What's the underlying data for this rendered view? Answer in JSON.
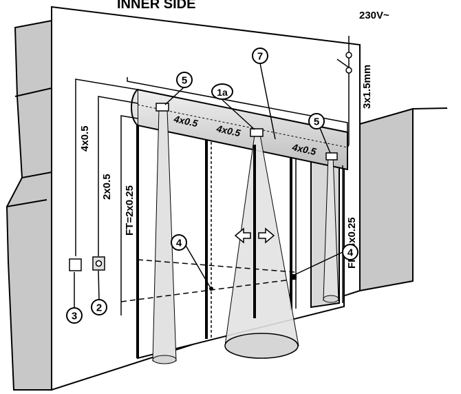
{
  "header": {
    "title": "INNER SIDE"
  },
  "power": {
    "supply": "230V~",
    "cable": "3x1.5mm"
  },
  "cables": {
    "left_sensor": "4x0.5",
    "center_sensor": "4x0.5",
    "right_sensor": "4x0.5",
    "selector": "4x0.5",
    "key_switch": "2x0.5",
    "photocell_transmitter": "FT=2x0.25",
    "photocell_receiver": "FR=3x0.25"
  },
  "callouts": {
    "c1a": "1a",
    "c2": "2",
    "c3": "3",
    "c4_left": "4",
    "c4_right": "4",
    "c5_left": "5",
    "c5_right": "5",
    "c7": "7"
  },
  "colors": {
    "wall_gray": "#c8c8c8",
    "beam_gray": "#d4d4d4",
    "ink": "#000000"
  }
}
